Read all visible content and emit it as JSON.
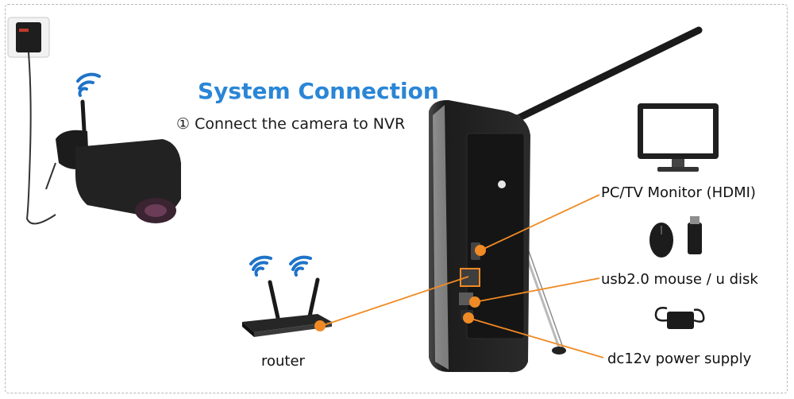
{
  "diagram": {
    "title": "System Connection",
    "step": "① Connect the camera to NVR",
    "labels": {
      "monitor": "PC/TV Monitor (HDMI)",
      "usb": "usb2.0 mouse / u disk",
      "power": "dc12v power supply",
      "router": "router"
    }
  },
  "colors": {
    "title": "#2a86d6",
    "connector": "#f08a24",
    "wifi": "#1f73c8",
    "device": "#222222"
  },
  "icons": [
    "power-adapter-icon",
    "camera-icon",
    "wifi-icon",
    "router-icon",
    "nvr-icon",
    "monitor-icon",
    "mouse-icon",
    "usb-drive-icon",
    "power-supply-icon"
  ]
}
